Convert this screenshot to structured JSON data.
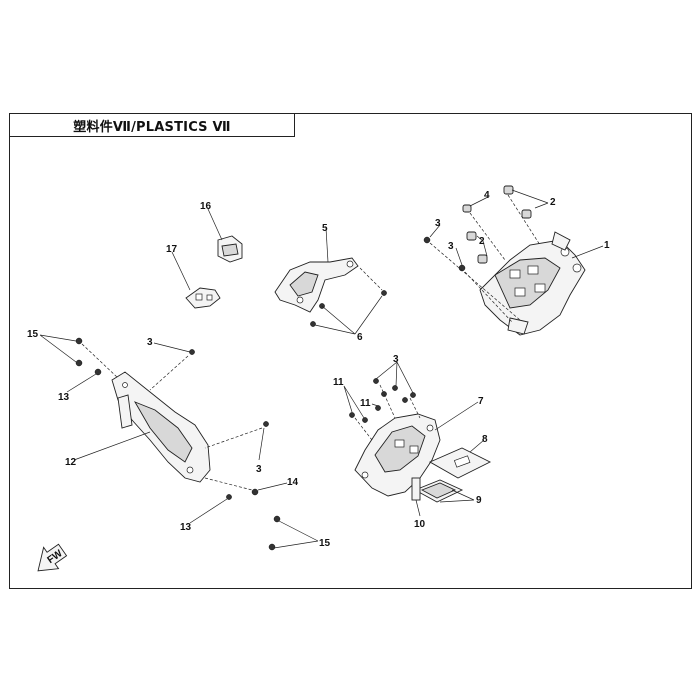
{
  "title": "塑料件Ⅶ/PLASTICS Ⅶ",
  "callouts": [
    "1",
    "2",
    "2",
    "3",
    "3",
    "3",
    "3",
    "3",
    "4",
    "5",
    "6",
    "7",
    "8",
    "9",
    "10",
    "11",
    "11",
    "12",
    "13",
    "13",
    "14",
    "15",
    "15",
    "16",
    "17"
  ],
  "arrow_label": "FW"
}
